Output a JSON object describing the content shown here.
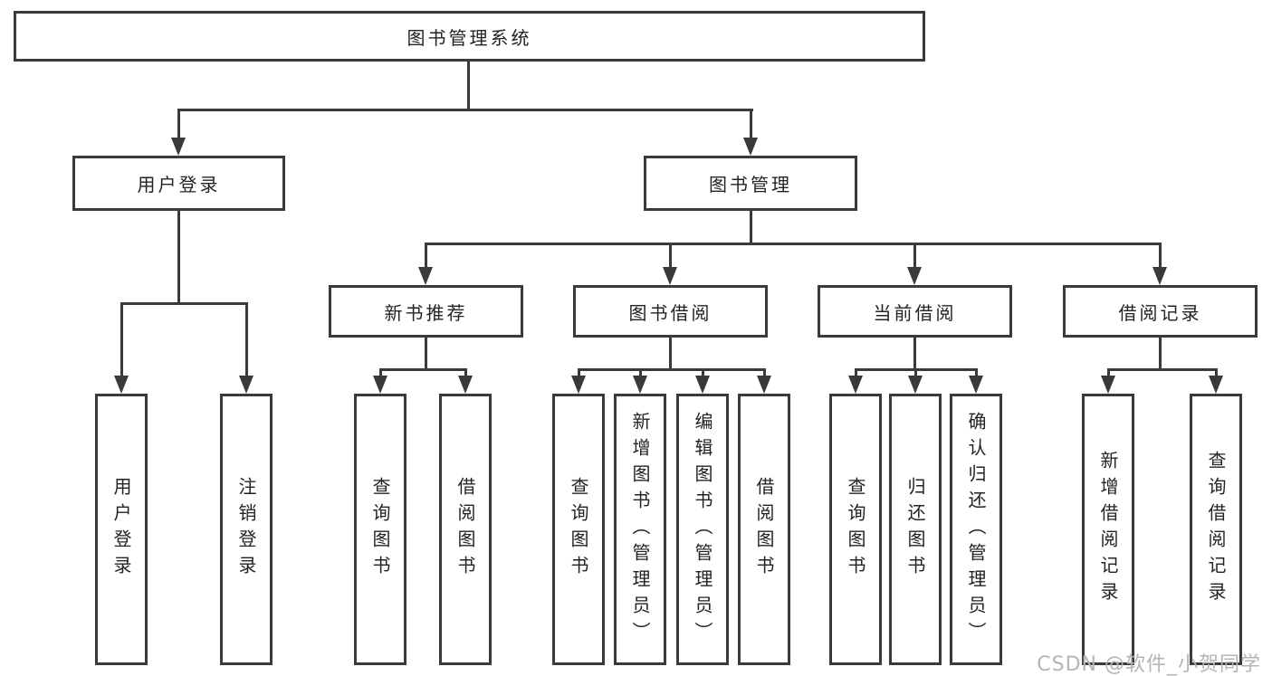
{
  "diagram": {
    "root": "图书管理系统",
    "branches": {
      "user_login": {
        "label": "用户登录",
        "children": [
          "用户登录",
          "注销登录"
        ]
      },
      "book_mgmt": {
        "label": "图书管理",
        "sections": {
          "new_book": {
            "label": "新书推荐",
            "children": [
              "查询图书",
              "借阅图书"
            ]
          },
          "borrow": {
            "label": "图书借阅",
            "children": [
              "查询图书",
              "新增图书（管理员）",
              "编辑图书（管理员）",
              "借阅图书"
            ]
          },
          "current": {
            "label": "当前借阅",
            "children": [
              "查询图书",
              "归还图书",
              "确认归还（管理员）"
            ]
          },
          "record": {
            "label": "借阅记录",
            "children": [
              "新增借阅记录",
              "查询借阅记录"
            ]
          }
        }
      }
    }
  },
  "watermark": "CSDN @软件_小贺同学",
  "colors": {
    "line": "#3a3a3a",
    "text": "#232323",
    "watermark": "#b5b5b5",
    "background": "#ffffff"
  }
}
